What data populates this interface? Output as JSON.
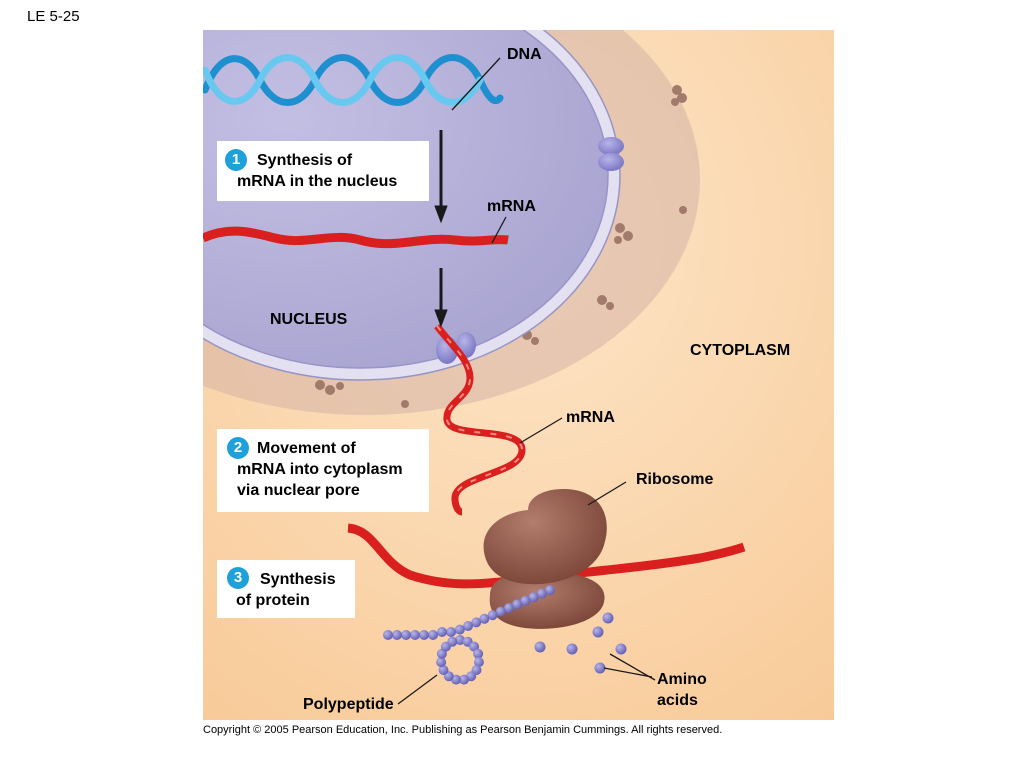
{
  "figure_label": "LE 5-25",
  "labels": {
    "dna": "DNA",
    "mrna_nucleus": "mRNA",
    "nucleus": "NUCLEUS",
    "cytoplasm": "CYTOPLASM",
    "mrna_cytoplasm": "mRNA",
    "ribosome": "Ribosome",
    "amino_acids": "Amino\nacids",
    "polypeptide": "Polypeptide"
  },
  "steps": [
    {
      "number": "1",
      "text": "Synthesis of\nmRNA in the nucleus"
    },
    {
      "number": "2",
      "text": "Movement of\nmRNA into cytoplasm\nvia nuclear pore"
    },
    {
      "number": "3",
      "text": "Synthesis\nof protein"
    }
  ],
  "copyright": "Copyright ©  2005 Pearson Education, Inc. Publishing as Pearson Benjamin Cummings. All rights reserved.",
  "colors": {
    "cytoplasm": "#fbd3a6",
    "nucleus": "#b4b0d8",
    "dna": "#2aa6dd",
    "mrna": "#d9201f",
    "ribosome": "#8a5346",
    "amino_acid": "#7d79c7",
    "badge": "#1ea0db"
  }
}
